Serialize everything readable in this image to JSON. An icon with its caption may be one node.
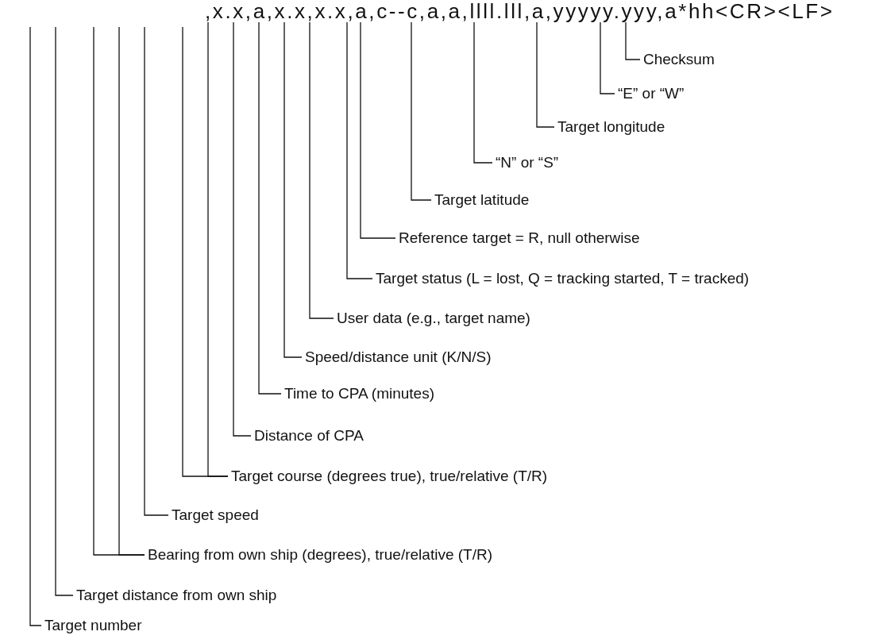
{
  "diagram": {
    "nodes": [
      {
        "text": [
          ",x.x,a,x.x,x.x,a,c--c,a,a,llll.lll,a,yyyyy.yyy,a*hh<CR><LF>"
        ]
      },
      {
        "text": [
          "Checksum"
        ]
      },
      {
        "text": [
          "“E” or “W”"
        ]
      },
      {
        "text": [
          "Target longitude"
        ]
      },
      {
        "text": [
          "“N” or “S”"
        ]
      },
      {
        "text": [
          "Target latitude"
        ]
      },
      {
        "text": [
          "Reference target = R, null otherwise"
        ]
      },
      {
        "text": [
          "Target status (L = lost, Q = tracking started, T = tracked)"
        ]
      },
      {
        "text": [
          "User data (e.g., target name)"
        ]
      },
      {
        "text": [
          "Speed/distance unit (K/N/S)"
        ]
      },
      {
        "text": [
          "Time to CPA (minutes)"
        ]
      },
      {
        "text": [
          "Distance of CPA"
        ]
      },
      {
        "text": [
          "Target course (degrees true), true/relative (T/R)"
        ]
      },
      {
        "text": [
          "Target speed"
        ]
      },
      {
        "text": [
          "Bearing from own ship (degrees), true/relative (T/R)"
        ]
      },
      {
        "text": [
          "Target distance from own ship"
        ]
      },
      {
        "text": [
          "Target number"
        ]
      }
    ],
    "edges": [
      {
        "from": 1,
        "to": 0,
        "arrow": "none"
      },
      {
        "from": 2,
        "to": 0,
        "arrow": "none"
      },
      {
        "from": 3,
        "to": 0,
        "arrow": "none"
      },
      {
        "from": 4,
        "to": 0,
        "arrow": "none"
      },
      {
        "from": 5,
        "to": 0,
        "arrow": "none"
      },
      {
        "from": 6,
        "to": 0,
        "arrow": "none"
      },
      {
        "from": 7,
        "to": 0,
        "arrow": "none"
      },
      {
        "from": 8,
        "to": 0,
        "arrow": "none"
      },
      {
        "from": 9,
        "to": 0,
        "arrow": "none"
      },
      {
        "from": 10,
        "to": 0,
        "arrow": "none"
      },
      {
        "from": 11,
        "to": 0,
        "arrow": "none"
      },
      {
        "from": 12,
        "to": 0,
        "arrow": "none"
      },
      {
        "from": 12,
        "to": null,
        "arrow": "none"
      },
      {
        "from": 13,
        "to": null,
        "arrow": "none"
      },
      {
        "from": 14,
        "to": null,
        "arrow": "none"
      },
      {
        "from": 14,
        "to": null,
        "arrow": "none"
      },
      {
        "from": 15,
        "to": null,
        "arrow": "none"
      },
      {
        "from": 16,
        "to": null,
        "arrow": "none"
      }
    ]
  }
}
